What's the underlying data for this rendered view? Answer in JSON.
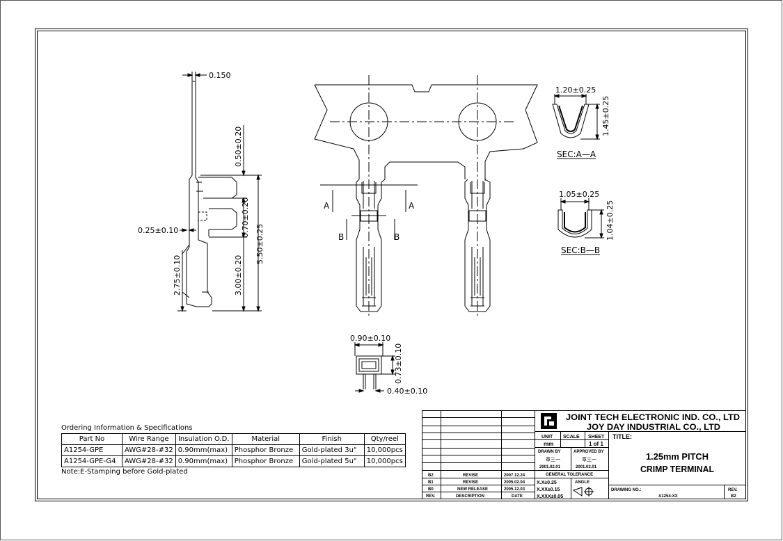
{
  "dimensions": {
    "thickness": "0.150",
    "d_050": "0.50±0.20",
    "d_070": "0.70±0.20",
    "d_550": "5.50±0.25",
    "d_025": "0.25±0.10",
    "d_275": "2.75±0.10",
    "d_300": "3.00±0.20",
    "d_090": "0.90±0.10",
    "d_073": "0.73±0.10",
    "d_040": "0.40±0.10",
    "sa_w": "1.20±0.25",
    "sa_h": "1.45±0.25",
    "sb_w": "1.05±0.25",
    "sb_h": "1.04±0.25"
  },
  "section_marks": {
    "a": "A",
    "b": "B"
  },
  "sections": {
    "aa": "SEC:A—A",
    "bb": "SEC:B—B"
  },
  "ordering": {
    "caption": "Ordering Information & Specifications",
    "headers": [
      "Part No",
      "Wire Range",
      "Insulation O.D.",
      "Material",
      "Finish",
      "Qty/reel"
    ],
    "rows": [
      [
        "A1254-GPE",
        "AWG#28-#32",
        "0.90mm(max)",
        "Phosphor Bronze",
        "Gold-plated 3u\"",
        "10,000pcs"
      ],
      [
        "A1254-GPE-G4",
        "AWG#28-#32",
        "0.90mm(max)",
        "Phosphor Bronze",
        "Gold-plated 5u\"",
        "10,000pcs"
      ]
    ],
    "note": "Note:E-Stamping before Gold-plated"
  },
  "title_block": {
    "company_line1": "JOINT TECH ELECTRONIC IND. CO., LTD",
    "company_line2": "JOY DAY INDUSTRIAL CO., LTD",
    "unit_label": "UNIT",
    "scale_label": "SCALE",
    "sheet_label": "SHEET",
    "title_label": "TITLE:",
    "unit_value": "mm",
    "sheet_value": "1 of 1",
    "drawn_by_label": "DRAWN BY",
    "approved_by_label": "APPROVED BY",
    "drawn_sign": "章三一",
    "approved_sign": "章三一",
    "drawn_date": "2001.02.01",
    "approved_date": "2001.02.01",
    "title_line1": "1.25mm PITCH",
    "title_line2": "CRIMP TERMINAL",
    "general_tolerance": "GENERAL TOLERANCE",
    "tol1": "X.X±0.25",
    "tol2": "X.XX±0.15",
    "tol3": "X.XXX±0.05",
    "angle_label": "ANGLE",
    "drawing_no_label": "DRAWING NO.:",
    "drawing_no": "A1254-XX",
    "rev_label": "REV.",
    "rev_value": "B2",
    "revisions": [
      {
        "rev": "B2",
        "desc": "REVISE",
        "date": "2007.12.24"
      },
      {
        "rev": "B1",
        "desc": "REVISE",
        "date": "2005.02.04"
      },
      {
        "rev": "B0",
        "desc": "NEW RELEASE",
        "date": "2005.12.03"
      }
    ],
    "rev_header": {
      "rev": "REV.",
      "desc": "DESCRIPTION",
      "date": "DATE"
    }
  }
}
